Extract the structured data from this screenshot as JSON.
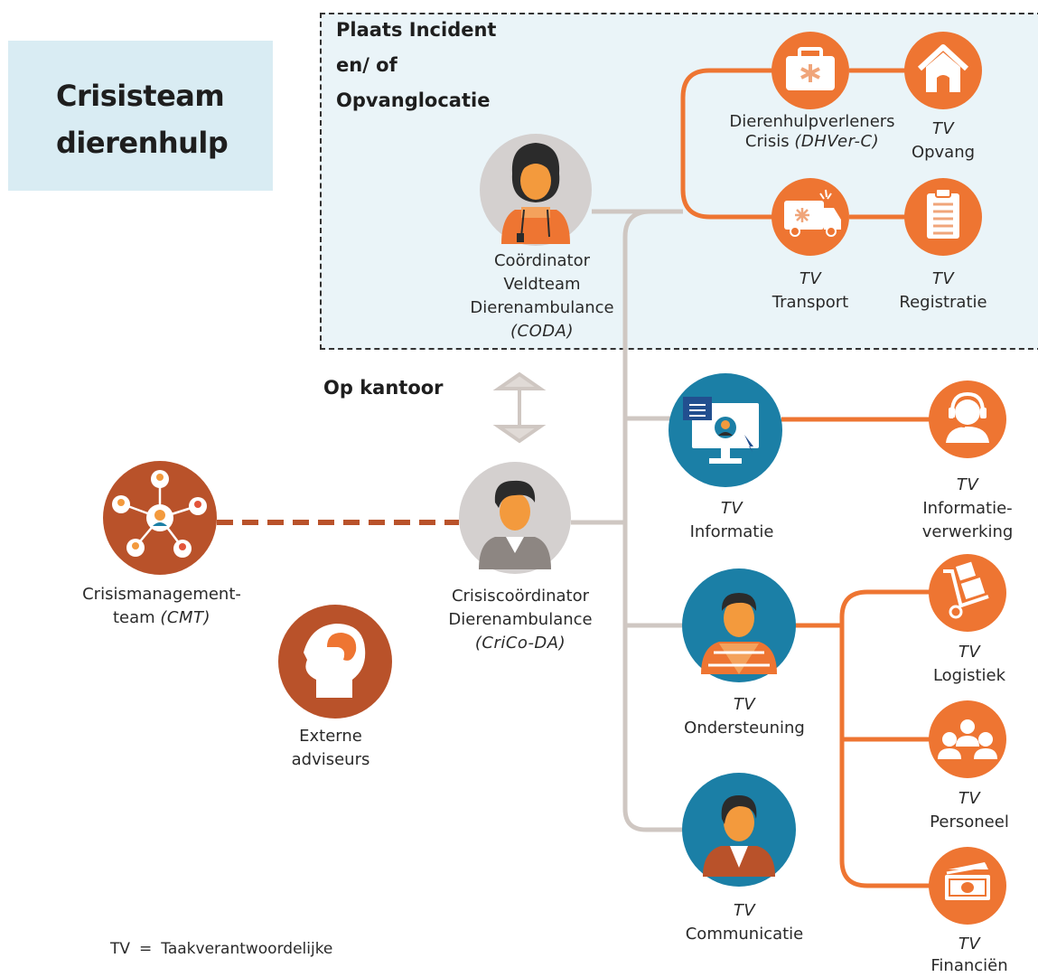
{
  "title": {
    "line1": "Crisisteam",
    "line2": "dierenhulp"
  },
  "incident_area": {
    "line1": "Plaats Incident",
    "line2": "en/ of",
    "line3": "Opvanglocatie"
  },
  "office_label": "Op kantoor",
  "nodes": {
    "coda": {
      "line1": "Coördinator",
      "line2": "Veldteam",
      "line3": "Dierenambulance",
      "abbr": "(CODA)"
    },
    "dhver": {
      "line1": "Dierenhulpverleners",
      "line2": "Crisis",
      "abbr": "(DHVer-C)"
    },
    "opvang": {
      "tv": "TV",
      "label": "Opvang"
    },
    "transport": {
      "tv": "TV",
      "label": "Transport"
    },
    "registratie": {
      "tv": "TV",
      "label": "Registratie"
    },
    "informatie": {
      "tv": "TV",
      "label": "Informatie"
    },
    "informatieverwerking": {
      "tv": "TV",
      "line1": "Informatie-",
      "line2": "verwerking"
    },
    "crico": {
      "line1": "Crisiscoördinator",
      "line2": "Dierenambulance",
      "abbr": "(CriCo-DA)"
    },
    "cmt": {
      "line1": "Crisismanagement-",
      "line2": "team",
      "abbr": "(CMT)"
    },
    "externe": {
      "line1": "Externe",
      "line2": "adviseurs"
    },
    "ondersteuning": {
      "tv": "TV",
      "label": "Ondersteuning"
    },
    "logistiek": {
      "tv": "TV",
      "label": "Logistiek"
    },
    "personeel": {
      "tv": "TV",
      "label": "Personeel"
    },
    "communicatie": {
      "tv": "TV",
      "label": "Communicatie"
    },
    "financien": {
      "tv": "TV",
      "label": "Financiën"
    }
  },
  "legend": {
    "abbr": "TV",
    "eq": "=",
    "meaning": "Taakverantwoordelijke"
  },
  "colors": {
    "orange": "#ee7532",
    "rust": "#b9522a",
    "teal": "#1b7fa6",
    "grey_circle": "#d4d0cf",
    "connector_grey": "#cfc7c2",
    "title_bg": "#d9ecf3",
    "incident_bg": "#eaf4f8"
  },
  "icons": {
    "coda": "field-coordinator-avatar-icon",
    "dhver": "medical-case-icon",
    "opvang": "house-icon",
    "transport": "ambulance-icon",
    "registratie": "clipboard-icon",
    "informatie": "monitor-icon",
    "informatieverwerking": "headset-operator-icon",
    "crico": "crisis-coordinator-avatar-icon",
    "cmt": "network-people-icon",
    "externe": "head-brain-icon",
    "ondersteuning": "support-staff-avatar-icon",
    "logistiek": "hand-truck-icon",
    "personeel": "group-people-icon",
    "communicatie": "communication-avatar-icon",
    "financien": "banknotes-icon"
  }
}
